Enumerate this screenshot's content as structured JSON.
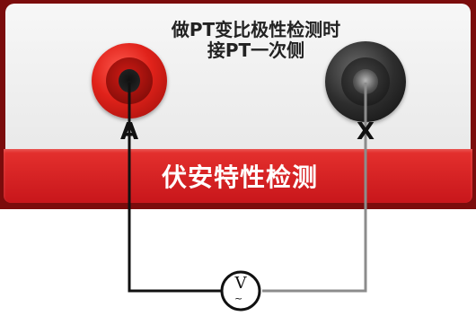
{
  "panel": {
    "note_line1": "做PT变比极性检测时",
    "note_line2": "接PT一次侧",
    "band_label": "伏安特性检测"
  },
  "terminals": {
    "a_label": "A",
    "x_label": "X"
  },
  "meter": {
    "symbol": "V",
    "ac_mark": "~"
  },
  "colors": {
    "band_red": "#d42420",
    "panel_border": "#7b0c0c",
    "wire_black": "#111111",
    "wire_gray": "#8c8c8c"
  }
}
